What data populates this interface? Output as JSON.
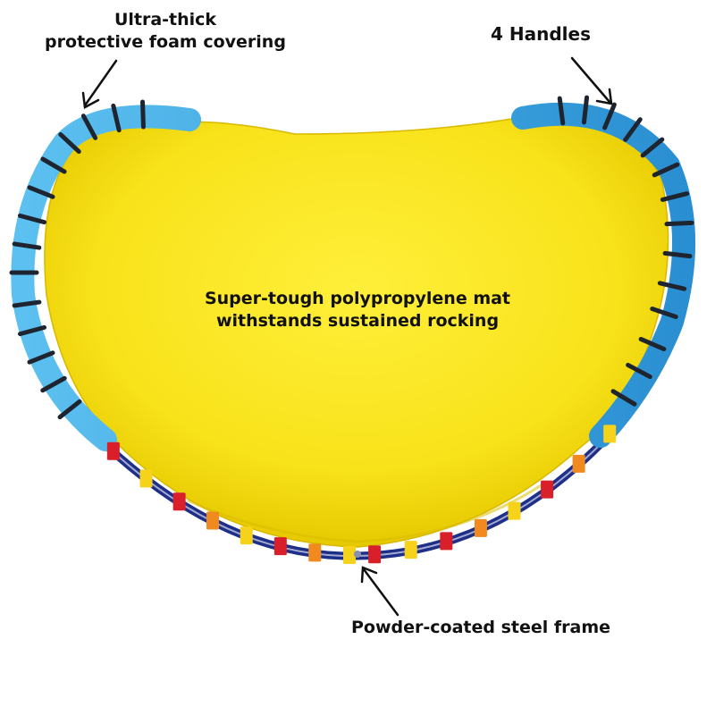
{
  "callouts": {
    "foam": {
      "line1": "Ultra-thick",
      "line2": "protective foam covering"
    },
    "handles": {
      "text": "4 Handles"
    },
    "mat": {
      "line1": "Super-tough polypropylene mat",
      "line2": "withstands sustained rocking"
    },
    "frame": {
      "text": "Powder-coated steel frame"
    }
  },
  "colors": {
    "mat": "#f8e21a",
    "mat_shadow": "#e6c900",
    "foam": "#2f9fe0",
    "foam_band": "#1f2530",
    "frame": "#1e2f8a",
    "strap_colors": [
      "#d81f2a",
      "#f6d21a",
      "#f08a1e"
    ],
    "text": "#111111"
  }
}
